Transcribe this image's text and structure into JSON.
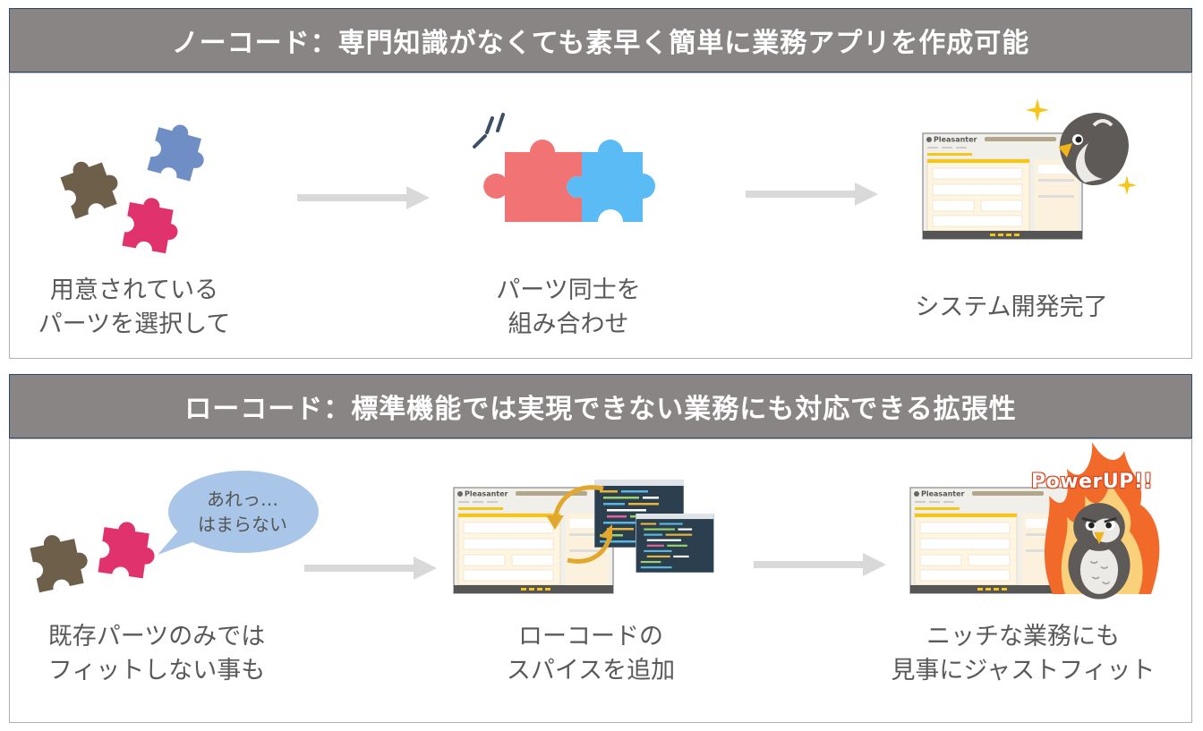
{
  "no_code": {
    "title": "ノーコード：専門知識がなくても素早く簡単に業務アプリを作成可能",
    "steps": [
      {
        "line1": "用意されている",
        "line2": "パーツを選択して"
      },
      {
        "line1": "パーツ同士を",
        "line2": "組み合わせ"
      },
      {
        "line1": "システム開発完了"
      }
    ]
  },
  "low_code": {
    "title": "ローコード：標準機能では実現できない業務にも対応できる拡張性",
    "bubble": {
      "line1": "あれっ…",
      "line2": "はまらない"
    },
    "badge": "PowerUP!!",
    "steps": [
      {
        "line1": "既存パーツのみでは",
        "line2": "フィットしない事も"
      },
      {
        "line1": "ローコードの",
        "line2": "スパイスを追加"
      },
      {
        "line1": "ニッチな業務にも",
        "line2": "見事にジャストフィット"
      }
    ]
  },
  "app_brand": "Pleasanter",
  "colors": {
    "title_bar": "#8a8585",
    "puzzle_brown": "#6e5f4b",
    "puzzle_blue": "#6f8ec5",
    "puzzle_pink": "#e0336e",
    "puzzle_red": "#f27373",
    "puzzle_lightblue": "#5bbcf5",
    "arrow": "#d9d9d9",
    "screen_cream": "#fff5e0",
    "accent_yellow": "#f5c518"
  }
}
